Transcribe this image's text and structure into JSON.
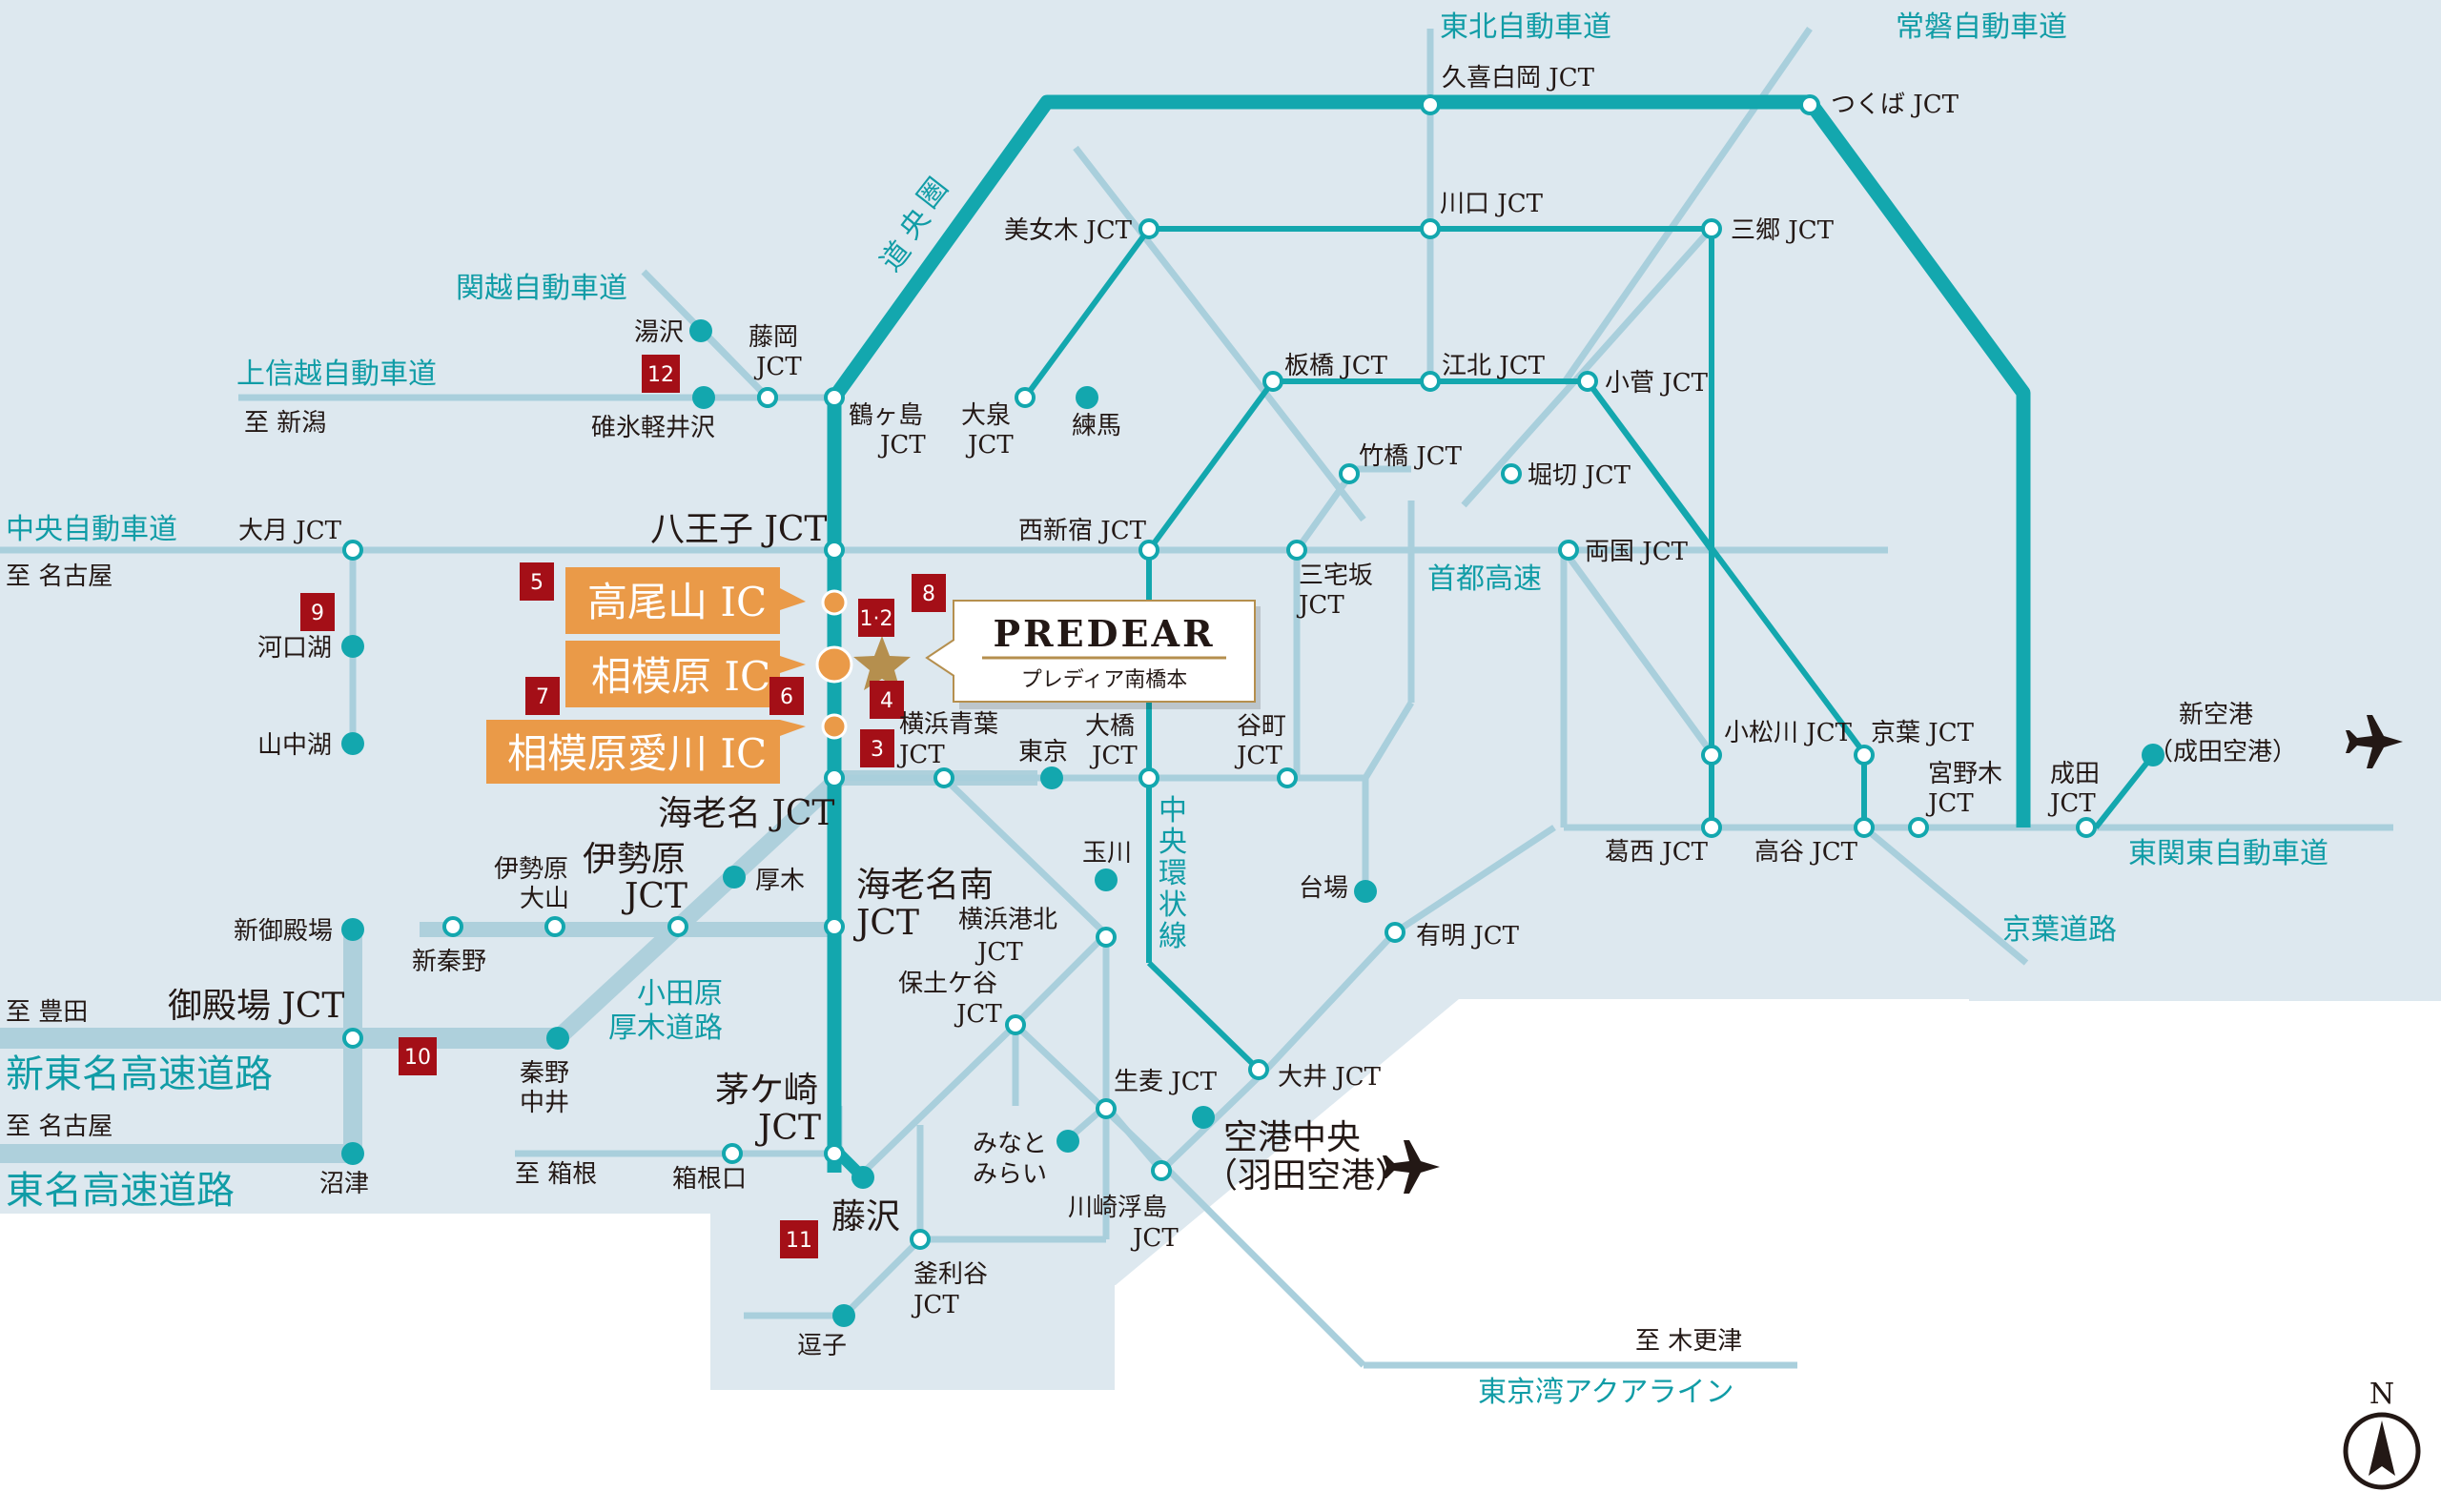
{
  "colors": {
    "land": "#dde8ef",
    "thin_road": "#a9cfdc",
    "thick_road": "#aed0dc",
    "teal": "#13a7ae",
    "teal_dark": "#0d9aa1",
    "orange": "#ea9a48",
    "marker_red": "#a40f17",
    "star": "#b58f4e"
  },
  "road_labels": {
    "tohoku": "東北自動車道",
    "joban": "常磐自動車道",
    "kanetsu": "関越自動車道",
    "joshinetsu": "上信越自動車道",
    "chuo": "中央自動車道",
    "shin_tomei": "新東名高速道路",
    "tomei": "東名高速道路",
    "odawara_1": "小田原",
    "odawara_2": "厚木道路",
    "shuto": "首都高速",
    "chuo_kanjo_1": "中",
    "chuo_kanjo_2": "央",
    "chuo_kanjo_3": "環",
    "chuo_kanjo_4": "状",
    "chuo_kanjo_5": "線",
    "higashi_kanto": "東関東自動車道",
    "keiyo_doro": "京葉道路",
    "aqualine": "東京湾アクアライン",
    "kenodo_1": "圏",
    "kenodo_2": "央",
    "kenodo_3": "道"
  },
  "labels": {
    "kuki": "久喜白岡 JCT",
    "tsukuba": "つくば JCT",
    "bijogi": "美女木 JCT",
    "kawaguchi": "川口 JCT",
    "misato": "三郷 JCT",
    "yuzawa": "湯沢",
    "fujioka_1": "藤岡",
    "fujioka_2": "JCT",
    "to_niigata": "至 新潟",
    "usui": "碓氷軽井沢",
    "tsurugashima_1": "鶴ヶ島",
    "tsurugashima_2": "JCT",
    "oizumi_1": "大泉",
    "oizumi_2": "JCT",
    "nerima": "練馬",
    "itabashi": "板橋 JCT",
    "kohoku": "江北 JCT",
    "kosuge": "小菅 JCT",
    "takebashi": "竹橋 JCT",
    "horikiri": "堀切 JCT",
    "otsuki": "大月 JCT",
    "to_nagoya_1": "至 名古屋",
    "hachioji": "八王子 JCT",
    "nishishinjuku": "西新宿 JCT",
    "miyakezaka_1": "三宅坂",
    "miyakezaka_2": "JCT",
    "ryogoku": "両国 JCT",
    "kawaguchiko": "河口湖",
    "yamanakako": "山中湖",
    "yokohama_aoba_1": "横浜青葉",
    "yokohama_aoba_2": "JCT",
    "tokyo": "東京",
    "ohashi_1": "大橋",
    "ohashi_2": "JCT",
    "yacho_1": "谷町",
    "yacho_2": "JCT",
    "komatsugawa": "小松川 JCT",
    "keiyo_jct": "京葉 JCT",
    "miyanogi_1": "宮野木",
    "miyanogi_2": "JCT",
    "narita_1": "成田",
    "narita_2": "JCT",
    "shinkuko_1": "新空港",
    "shinkuko_2": "（成田空港）",
    "ebina": "海老名 JCT",
    "kasai": "葛西 JCT",
    "takaya": "高谷 JCT",
    "isehara_o_1": "伊勢原",
    "isehara_o_2": "大山",
    "isehara_jct_1": "伊勢原",
    "isehara_jct_2": "JCT",
    "atsugi": "厚木",
    "ebina_minami_1": "海老名南",
    "ebina_minami_2": "JCT",
    "tamagawa": "玉川",
    "daiba": "台場",
    "ariake": "有明 JCT",
    "shingotemba": "新御殿場",
    "shinhadano": "新秦野",
    "yokohama_kohoku_1": "横浜港北",
    "yokohama_kohoku_2": "JCT",
    "to_toyota": "至 豊田",
    "gotemba": "御殿場 JCT",
    "hodogaya_1": "保土ケ谷",
    "hodogaya_2": "JCT",
    "hadano_1": "秦野",
    "hadano_2": "中井",
    "to_nagoya_2": "至 名古屋",
    "chigasaki_1": "茅ケ崎",
    "chigasaki_2": "JCT",
    "namamugi": "生麦 JCT",
    "oi": "大井 JCT",
    "kuko_1": "空港中央",
    "kuko_2": "（羽田空港）",
    "minatomirai_1": "みなと",
    "minatomirai_2": "みらい",
    "to_hakone": "至 箱根",
    "hakoneguchi": "箱根口",
    "numazu": "沼津",
    "kawasaki_1": "川崎浮島",
    "kawasaki_2": "JCT",
    "fujisawa": "藤沢",
    "kamariya_1": "釜利谷",
    "kamariya_2": "JCT",
    "zushi": "逗子",
    "to_kisarazu": "至 木更津",
    "compass_n": "N"
  },
  "interchanges": {
    "takaosan": "高尾山 IC",
    "sagamihara": "相模原 IC",
    "sagamihara_aikawa": "相模原愛川 IC"
  },
  "property": {
    "brand": "PREDEAR",
    "name": "プレディア南橋本"
  },
  "markers": [
    "1·2",
    "3",
    "4",
    "5",
    "6",
    "7",
    "8",
    "9",
    "10",
    "11",
    "12"
  ],
  "icons": {
    "airport": "airplane-icon",
    "compass": "north-compass-icon",
    "property": "star-icon"
  }
}
